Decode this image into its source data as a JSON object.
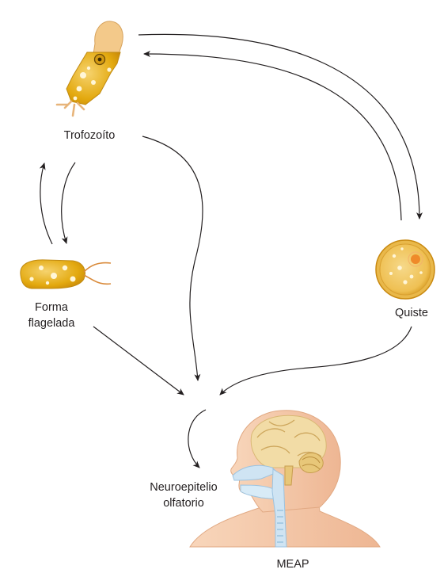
{
  "diagram": {
    "labels": {
      "trofozoito": "Trofozoíto",
      "forma_line1": "Forma",
      "forma_line2": "flagelada",
      "quiste": "Quiste",
      "neuro_line1": "Neuroepitelio",
      "neuro_line2": "olfatorio",
      "meap": "MEAP"
    },
    "colors": {
      "organism_fill": "#e3a90f",
      "organism_light": "#f4cf6a",
      "spot": "#fff6d8",
      "cyst_fill": "#f0c45a",
      "cyst_ring": "#c98a12",
      "skin": "#f4c8a6",
      "skin_dark": "#e7a985",
      "brain": "#f1d9a0",
      "airway": "#cfe4f3",
      "arrow": "#231f20"
    },
    "icons": [
      "trophozoite-icon",
      "flagellate-icon",
      "cyst-icon",
      "head-profile-icon"
    ]
  }
}
